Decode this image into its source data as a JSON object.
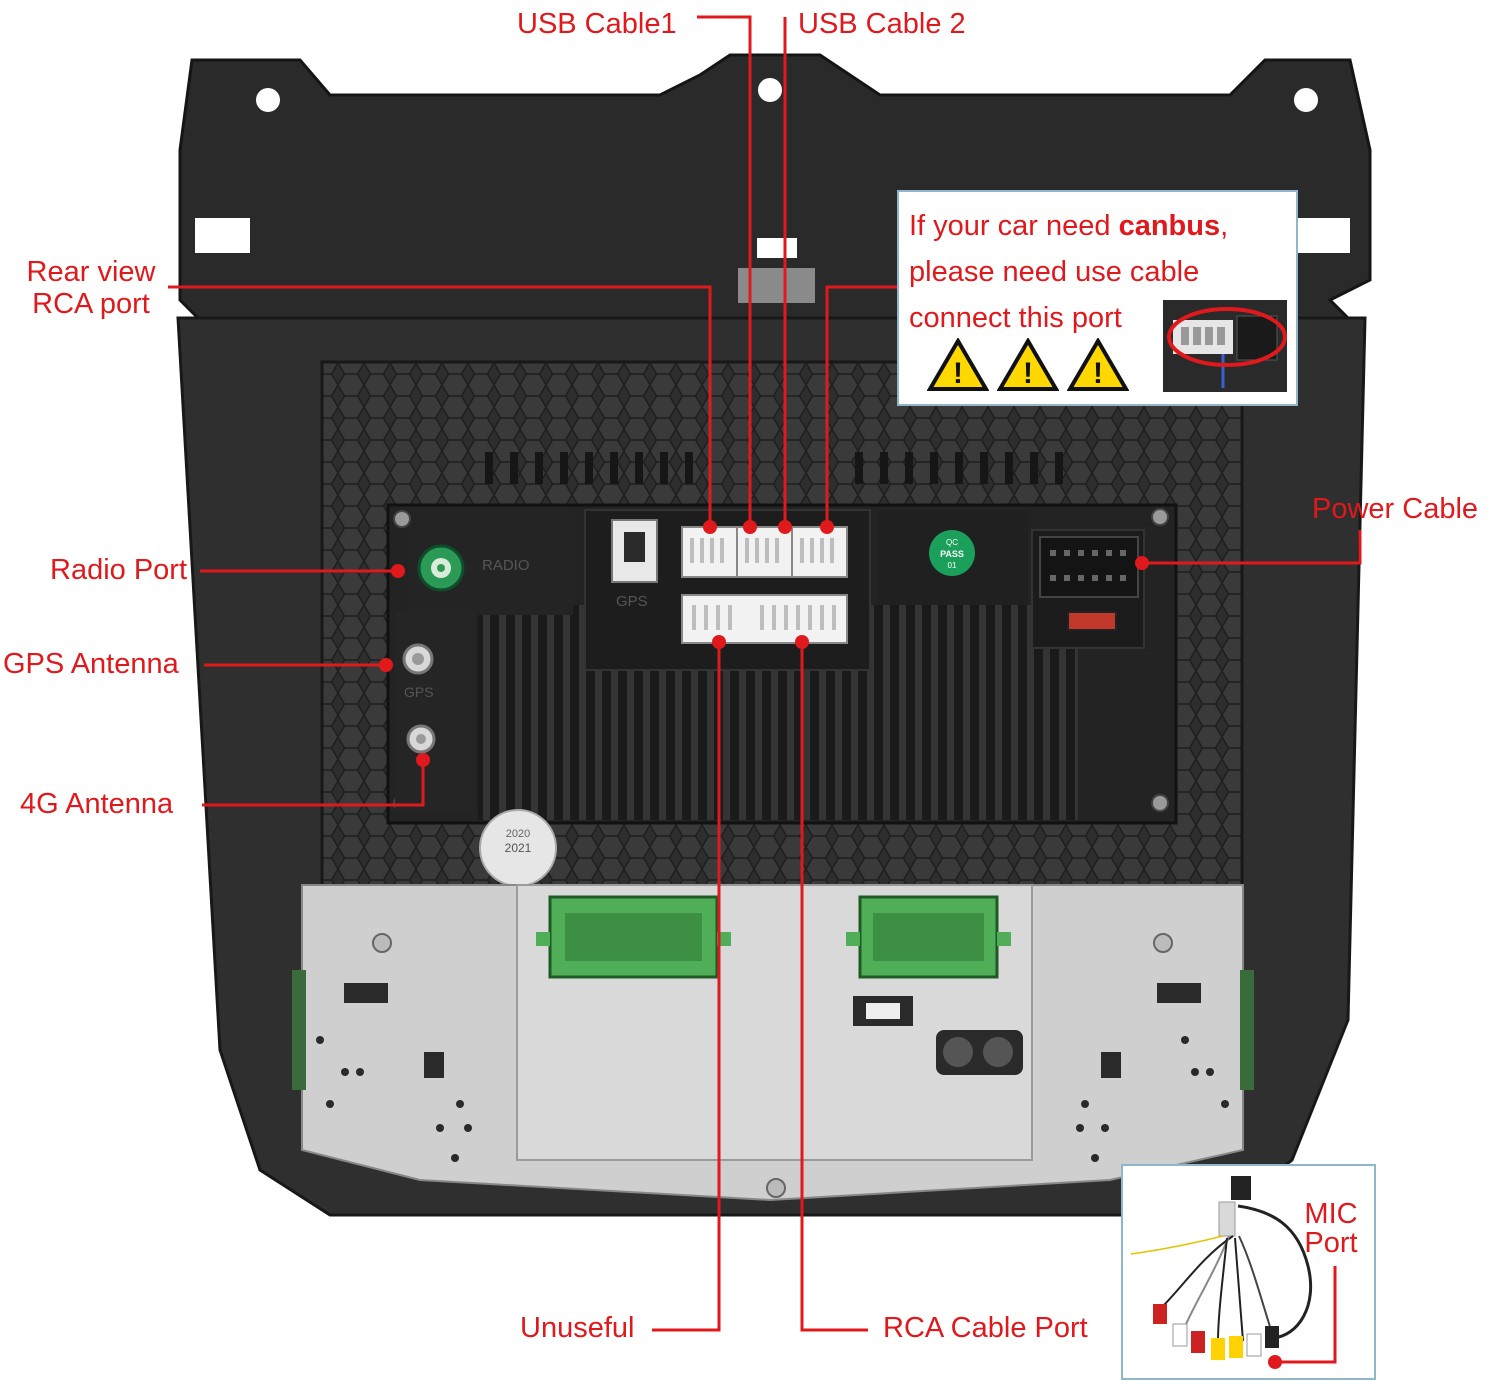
{
  "labels": {
    "usb_cable1": "USB Cable1",
    "usb_cable2": "USB Cable 2",
    "rear_view_line1": "Rear view",
    "rear_view_line2": "RCA port",
    "radio_port": "Radio Port",
    "gps_antenna": "GPS Antenna",
    "g4_antenna": "4G Antenna",
    "power_cable": "Power Cable",
    "unuseful": "Unuseful",
    "rca_cable_port": "RCA Cable Port",
    "mic_line1": "MIC",
    "mic_line2": "Port"
  },
  "canbus_note": {
    "line1_prefix": "If your car need ",
    "line1_bold": "canbus",
    "line1_suffix": ",",
    "line2": "please need use cable",
    "line3": "connect this port",
    "warning_symbol": "!"
  },
  "unit_markings": {
    "radio": "RADIO",
    "gps": "GPS",
    "gps2": "GPS",
    "qc_pass_line1": "QC",
    "qc_pass_line2": "PASS",
    "qc_pass_line3": "01",
    "date_stamp_a": "2020",
    "date_stamp_b": "2021"
  },
  "colors": {
    "label_red": "#e0191d",
    "box_border": "#8fb7c9",
    "dark_plastic": "#2b2b2b",
    "metal_plate": "#cfcfcf",
    "connector_green": "#4fae57"
  }
}
